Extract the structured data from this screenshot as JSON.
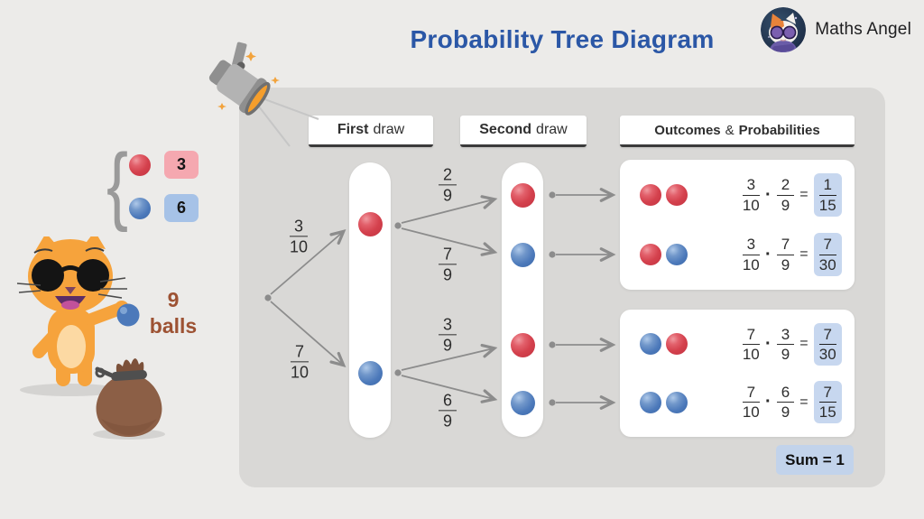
{
  "title": "Probability Tree Diagram",
  "brand": {
    "name": "Maths Angel",
    "logo": "cat-with-sunglasses-avatar"
  },
  "colors": {
    "background": "#ECEBE9",
    "board_gray": "#D9D8D6",
    "title_blue": "#2B57A6",
    "red_ball": "#D4414D",
    "blue_ball": "#4C79BA",
    "pink_count_badge": "#F5A8B0",
    "blue_count_badge": "#A6C2E7",
    "result_badge": "#C7D7EF",
    "sum_badge": "#C2D3EB",
    "brown_text": "#9D5233",
    "line_gray": "#8C8C8C"
  },
  "bag_legend": {
    "brace": "{",
    "red_count": "3",
    "blue_count": "6",
    "total_count": "9",
    "total_label": "balls"
  },
  "columns": {
    "first": {
      "bold": "First",
      "rest": "draw"
    },
    "second": {
      "bold": "Second",
      "rest": "draw"
    },
    "outcomes": {
      "bold1": "Outcomes",
      "amp": "&",
      "bold2": "Probabilities"
    }
  },
  "tree": {
    "first_draw": [
      {
        "prob_num": "3",
        "prob_den": "10",
        "ball": "red"
      },
      {
        "prob_num": "7",
        "prob_den": "10",
        "ball": "blue"
      }
    ],
    "second_draw": [
      {
        "prob_num": "2",
        "prob_den": "9",
        "ball": "red"
      },
      {
        "prob_num": "7",
        "prob_den": "9",
        "ball": "blue"
      },
      {
        "prob_num": "3",
        "prob_den": "9",
        "ball": "red"
      },
      {
        "prob_num": "6",
        "prob_den": "9",
        "ball": "blue"
      }
    ]
  },
  "operators": {
    "times": "·",
    "equals": "="
  },
  "outcomes": [
    {
      "balls": [
        "red",
        "red"
      ],
      "f1": {
        "num": "3",
        "den": "10"
      },
      "f2": {
        "num": "2",
        "den": "9"
      },
      "res": {
        "num": "1",
        "den": "15"
      }
    },
    {
      "balls": [
        "red",
        "blue"
      ],
      "f1": {
        "num": "3",
        "den": "10"
      },
      "f2": {
        "num": "7",
        "den": "9"
      },
      "res": {
        "num": "7",
        "den": "30"
      }
    },
    {
      "balls": [
        "blue",
        "red"
      ],
      "f1": {
        "num": "7",
        "den": "10"
      },
      "f2": {
        "num": "3",
        "den": "9"
      },
      "res": {
        "num": "7",
        "den": "30"
      }
    },
    {
      "balls": [
        "blue",
        "blue"
      ],
      "f1": {
        "num": "7",
        "den": "10"
      },
      "f2": {
        "num": "6",
        "den": "9"
      },
      "res": {
        "num": "7",
        "den": "15"
      }
    }
  ],
  "sum_badge": "Sum = 1"
}
